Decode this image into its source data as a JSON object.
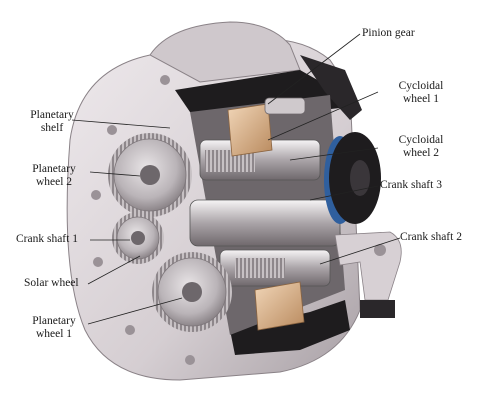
{
  "labels": {
    "pinion_gear": "Pinion gear",
    "planetary_shelf_1": "Planetary",
    "planetary_shelf_2": "shelf",
    "cycloidal_wheel_1_a": "Cycloidal",
    "cycloidal_wheel_1_b": "wheel 1",
    "cycloidal_wheel_2_a": "Cycloidal",
    "cycloidal_wheel_2_b": "wheel 2",
    "planetary_wheel_2_a": "Planetary",
    "planetary_wheel_2_b": "wheel 2",
    "crank_shaft_3": "Crank shaft 3",
    "crank_shaft_1": "Crank shaft 1",
    "crank_shaft_2": "Crank shaft 2",
    "solar_wheel": "Solar wheel",
    "planetary_wheel_1_a": "Planetary",
    "planetary_wheel_1_b": "wheel 1"
  },
  "colors": {
    "housing": "#d9d3d6",
    "housing_dark": "#8f878c",
    "gear": "#b9b4b7",
    "black": "#1e1c1e",
    "bronze": "#d8b08a",
    "blue": "#2f5f9e"
  }
}
